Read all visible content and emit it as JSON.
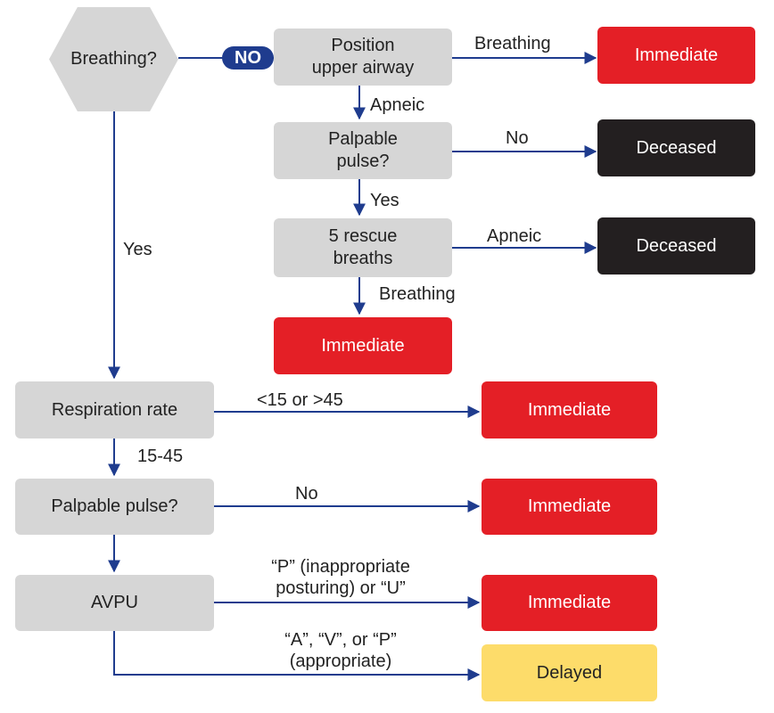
{
  "colors": {
    "line": "#1f3c8e",
    "gray_box": "#d6d6d6",
    "immediate": "#e41f26",
    "deceased": "#231f20",
    "delayed": "#fddc6a"
  },
  "nodes": {
    "breathing": "Breathing?",
    "position_airway": "Position\nupper airway",
    "palpable_pulse_top": "Palpable\npulse?",
    "rescue_breaths": "5 rescue\nbreaths",
    "respiration_rate": "Respiration rate",
    "palpable_pulse": "Palpable pulse?",
    "avpu": "AVPU",
    "immediate_1": "Immediate",
    "deceased_1": "Deceased",
    "deceased_2": "Deceased",
    "immediate_2": "Immediate",
    "immediate_3": "Immediate",
    "immediate_4": "Immediate",
    "immediate_5": "Immediate",
    "delayed": "Delayed"
  },
  "edge_labels": {
    "no_pill": "NO",
    "breathing": "Breathing",
    "apneic_1": "Apneic",
    "no_1": "No",
    "yes_1": "Yes",
    "apneic_2": "Apneic",
    "breathing_2": "Breathing",
    "yes_main": "Yes",
    "rr_out": "<15 or >45",
    "rr_normal": "15-45",
    "no_2": "No",
    "p_or_u": "“P” (inappropriate\nposturing) or “U”",
    "avp": "“A”, “V”, or “P”\n(appropriate)"
  }
}
